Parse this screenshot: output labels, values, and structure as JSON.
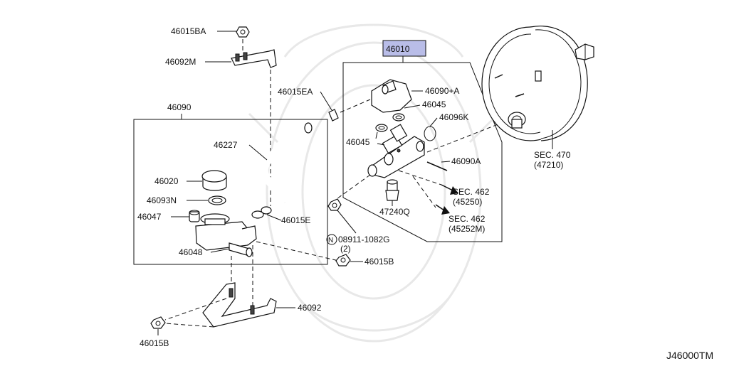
{
  "diagram_code": "J46000TM",
  "highlight_color": "#b9bde8",
  "callouts": {
    "bolt_46015BA": "46015BA",
    "bracket_46092M": "46092M",
    "clip_46015EA": "46015EA",
    "group_46090": "46090",
    "hose_46227": "46227",
    "cap_46020": "46020",
    "strainer_46093N": "46093N",
    "grommet_46047": "46047",
    "tank_hose_46048": "46048",
    "clamp_46015E": "46015E",
    "master_cylinder_46010": "46010",
    "reservoir_46090A_plus": "46090+A",
    "grommet_upper_46045": "46045",
    "oring_46096K": "46096K",
    "grommet_lower_46045": "46045",
    "pin_46090A": "46090A",
    "sensor_47240Q": "47240Q",
    "nut_part_prefix": "N",
    "nut_part": "08911-1082G",
    "nut_qty": "(2)",
    "nut_46015B_right": "46015B",
    "bracket_46092": "46092",
    "nut_46015B_left": "46015B",
    "sec470": "SEC. 470",
    "sec470_sub": "(47210)",
    "sec462_a": "SEC. 462",
    "sec462_a_sub": "(45250)",
    "sec462_b": "SEC. 462",
    "sec462_b_sub": "(45252M)"
  }
}
